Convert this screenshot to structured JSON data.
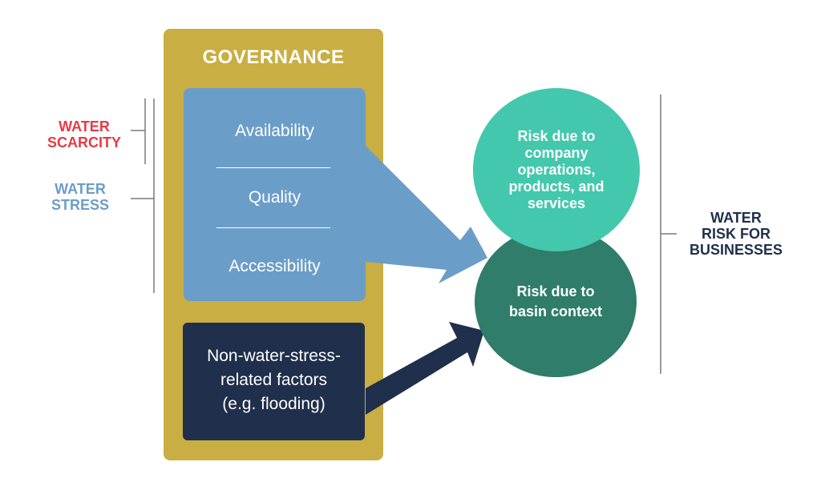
{
  "governance": {
    "title": "GOVERNANCE"
  },
  "water_stress_box": {
    "items": [
      {
        "label": "Availability"
      },
      {
        "label": "Quality"
      },
      {
        "label": "Accessibility"
      }
    ]
  },
  "non_water_box": {
    "lines": [
      "Non-water-stress-",
      "related factors",
      "(e.g. flooding)"
    ]
  },
  "circles": {
    "operations": {
      "lines": [
        "Risk due to",
        "company",
        "operations,",
        "products, and",
        "services"
      ]
    },
    "basin": {
      "lines": [
        "Risk due to",
        "basin context"
      ]
    }
  },
  "side_labels": {
    "water_scarcity": [
      "WATER",
      "SCARCITY"
    ],
    "water_stress": [
      "WATER",
      "STRESS"
    ],
    "water_risk": [
      "WATER",
      "RISK FOR",
      "BUSINESSES"
    ]
  },
  "colors": {
    "governance": "#c9ae43",
    "water_stress_box": "#6b9dc9",
    "non_water_box": "#1f2f4c",
    "circle_operations": "#43c8ad",
    "circle_basin": "#2f7d6a",
    "scarcity_text": "#e53b45",
    "stress_text": "#6b9dc9",
    "risk_text": "#1f2f4c",
    "bracket_lines": "#7a7a7a"
  }
}
